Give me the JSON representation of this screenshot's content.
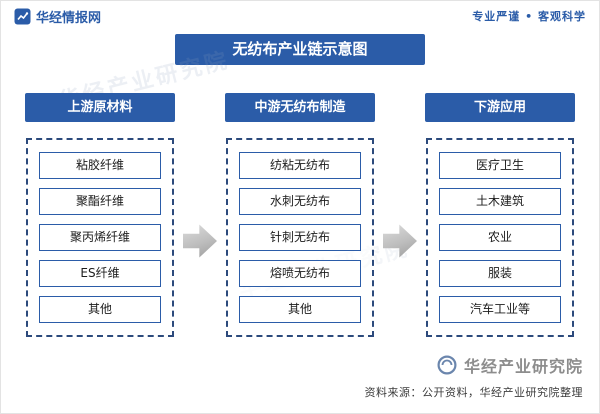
{
  "header": {
    "brand": "华经情报网",
    "slogan": "专业严谨 • 客观科学"
  },
  "title": "无纺布产业链示意图",
  "columns": [
    {
      "header": "上游原材料",
      "items": [
        "粘胶纤维",
        "聚酯纤维",
        "聚丙烯纤维",
        "ES纤维",
        "其他"
      ]
    },
    {
      "header": "中游无纺布制造",
      "items": [
        "纺粘无纺布",
        "水刺无纺布",
        "针刺无纺布",
        "熔喷无纺布",
        "其他"
      ]
    },
    {
      "header": "下游应用",
      "items": [
        "医疗卫生",
        "土木建筑",
        "农业",
        "服装",
        "汽车工业等"
      ]
    }
  ],
  "footer": {
    "watermark_text": "华经产业研究院",
    "source": "资料来源：公开资料，华经产业研究院整理"
  },
  "icons": {
    "brand_logo": "huajing-logo",
    "watermark_logo": "huajing-circle-logo",
    "arrow": "chevron-right-arrow"
  },
  "colors": {
    "primary_blue": "#2b5ca8",
    "dashed_border": "#2c4a7c",
    "arrow_gray": "#bdbdbd",
    "watermark_gray": "#8d8d8d"
  }
}
